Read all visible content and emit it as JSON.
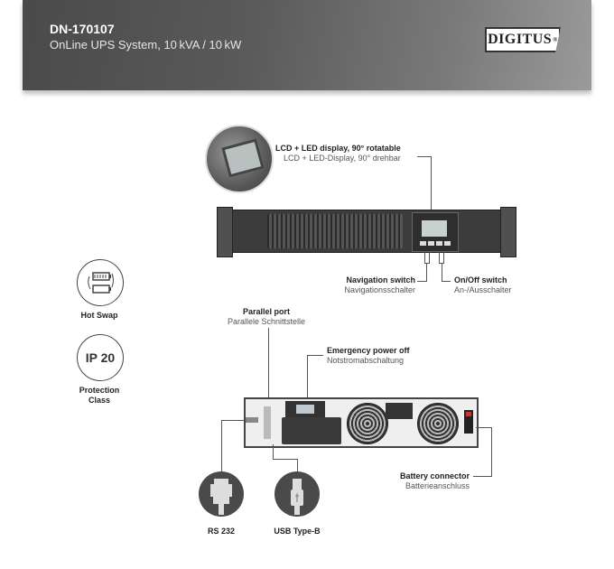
{
  "header": {
    "model": "DN-170107",
    "subtitle": "OnLine UPS System, 10 kVA / 10 kW",
    "brand": "DIGITUS",
    "brand_mark": "®"
  },
  "features": [
    {
      "icon": "hot-swap-battery-icon",
      "label": "Hot Swap"
    },
    {
      "icon": "ip-rating-icon",
      "value": "IP 20",
      "label": "Protection Class"
    }
  ],
  "callouts": {
    "lcd": {
      "en": "LCD + LED display, 90° rotatable",
      "de": "LCD + LED-Display, 90° drehbar"
    },
    "navigation": {
      "en": "Navigation switch",
      "de": "Navigationsschalter"
    },
    "onoff": {
      "en": "On/Off switch",
      "de": "An-/Ausschalter"
    },
    "parallel": {
      "en": "Parallel port",
      "de": "Parallele Schnittstelle"
    },
    "epo": {
      "en": "Emergency power off",
      "de": "Notstromabschaltung"
    },
    "battery": {
      "en": "Battery connector",
      "de": "Batterieanschluss"
    }
  },
  "ports": [
    {
      "icon": "rs232-connector-icon",
      "label": "RS 232"
    },
    {
      "icon": "usb-type-b-icon",
      "label": "USB Type-B"
    }
  ]
}
